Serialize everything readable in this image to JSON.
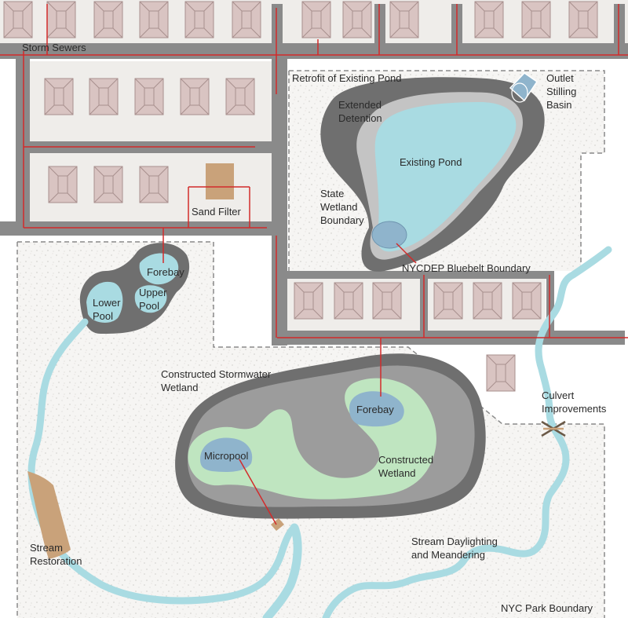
{
  "labels": {
    "storm_sewers": "Storm Sewers",
    "retrofit_pond": "Retrofit of Existing Pond",
    "extended_detention_1": "Extended",
    "extended_detention_2": "Detention",
    "outlet_1": "Outlet",
    "outlet_2": "Stilling",
    "outlet_3": "Basin",
    "existing_pond": "Existing Pond",
    "state_wetland_1": "State",
    "state_wetland_2": "Wetland",
    "state_wetland_3": "Boundary",
    "sand_filter": "Sand Filter",
    "bluebelt_boundary": "NYCDEP Bluebelt Boundary",
    "forebay_upper": "Forebay",
    "lower_pool_1": "Lower",
    "lower_pool_2": "Pool",
    "upper_pool_1": "Upper",
    "upper_pool_2": "Pool",
    "constructed_stormwater_1": "Constructed Stormwater",
    "constructed_stormwater_2": "Wetland",
    "forebay_lower": "Forebay",
    "micropool": "Micropool",
    "constructed_wetland_1": "Constructed",
    "constructed_wetland_2": "Wetland",
    "culvert_1": "Culvert",
    "culvert_2": "Improvements",
    "stream_restoration_1": "Stream",
    "stream_restoration_2": "Restoration",
    "stream_daylighting_1": "Stream Daylighting",
    "stream_daylighting_2": "and Meandering",
    "park_boundary": "NYC Park Boundary"
  },
  "colors": {
    "road": "#8a8a8a",
    "block": "#efedea",
    "house": "#d9c4c2",
    "house_line": "#a8908e",
    "sewer": "#d22b2b",
    "water": "#a9dbe2",
    "pool_blue": "#8fb4cc",
    "dark_gray": "#6f6f6f",
    "mid_gray": "#9c9c9c",
    "light_gray": "#c4c4c4",
    "wetland_green": "#bfe5c0",
    "sand": "#c9a27a",
    "park_fill": "#f4f3f1"
  }
}
